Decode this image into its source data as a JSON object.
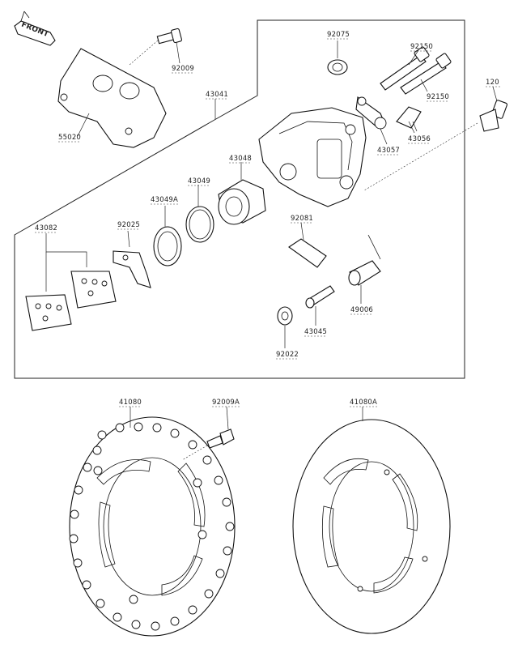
{
  "front_badge": "FRONT",
  "parts": [
    {
      "id": "p92075",
      "number": "92075"
    },
    {
      "id": "p92150a",
      "number": "92150"
    },
    {
      "id": "p92150b",
      "number": "92150"
    },
    {
      "id": "p120",
      "number": "120"
    },
    {
      "id": "p92009",
      "number": "92009"
    },
    {
      "id": "p43041",
      "number": "43041"
    },
    {
      "id": "p55020",
      "number": "55020"
    },
    {
      "id": "p43056",
      "number": "43056"
    },
    {
      "id": "p43057",
      "number": "43057"
    },
    {
      "id": "p43048",
      "number": "43048"
    },
    {
      "id": "p43049",
      "number": "43049"
    },
    {
      "id": "p43049A",
      "number": "43049A"
    },
    {
      "id": "p92025",
      "number": "92025"
    },
    {
      "id": "p43082",
      "number": "43082"
    },
    {
      "id": "p92081",
      "number": "92081"
    },
    {
      "id": "p49006",
      "number": "49006"
    },
    {
      "id": "p43045",
      "number": "43045"
    },
    {
      "id": "p92022",
      "number": "92022"
    },
    {
      "id": "p41080",
      "number": "41080"
    },
    {
      "id": "p92009A",
      "number": "92009A"
    },
    {
      "id": "p41080A",
      "number": "41080A"
    }
  ]
}
